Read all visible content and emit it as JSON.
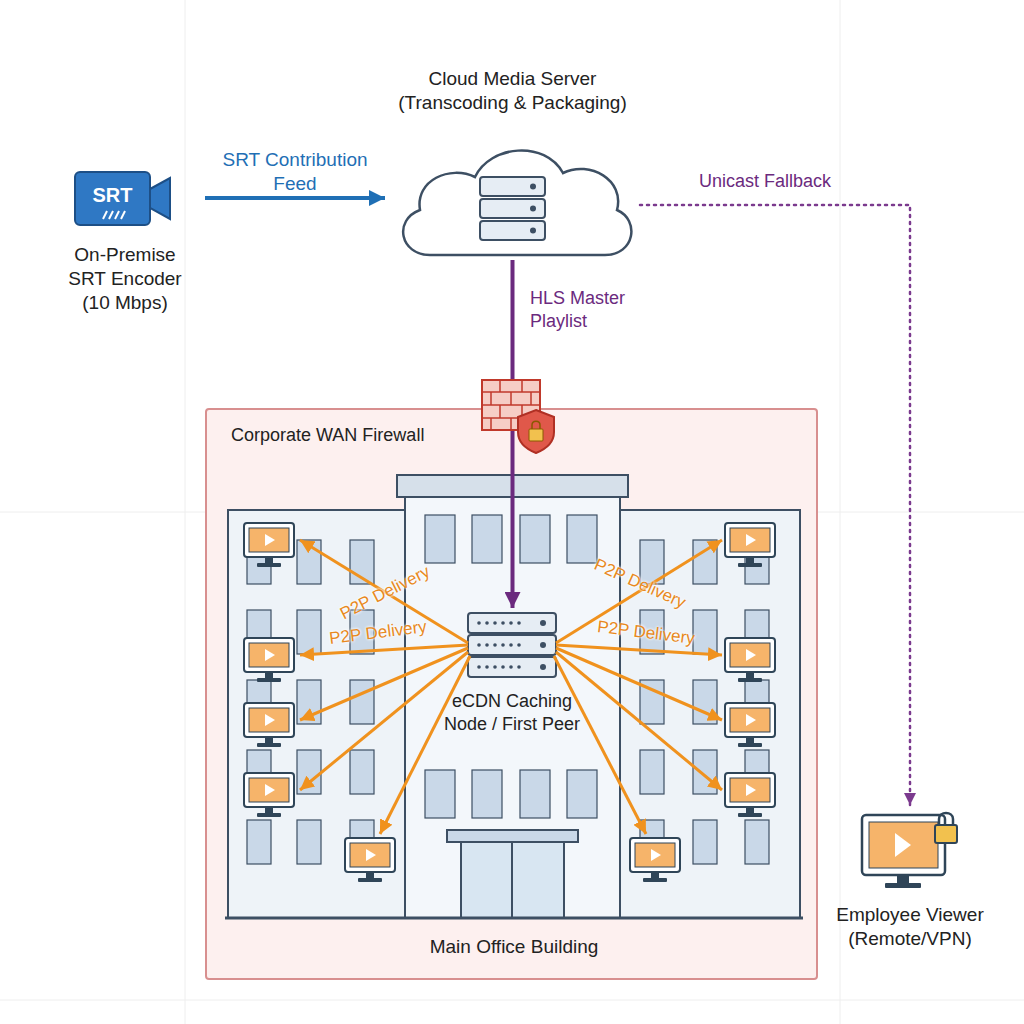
{
  "diagram": {
    "nodes": [
      {
        "text": [
          "SRT",
          "On-Premise SRT Encoder (10 Mbps)"
        ]
      },
      {
        "text": [
          "Cloud Media Server (Transcoding & Packaging)"
        ]
      },
      {
        "text": [
          "Corporate WAN Firewall"
        ]
      },
      {
        "text": [
          "Main Office Building"
        ],
        "in": 2
      },
      {
        "text": [
          "eCDN Caching Node / First Peer"
        ],
        "in": 3
      },
      {
        "text": [
          "Employee Viewer (Remote/VPN)"
        ]
      }
    ],
    "edges": [
      {
        "from": 0,
        "to": 1,
        "label": "SRT Contribution Feed",
        "arrow": "to"
      },
      {
        "from": 1,
        "to": 4,
        "label": "HLS Master Playlist",
        "arrow": "to"
      },
      {
        "from": 1,
        "to": 5,
        "label": "Unicast Fallback",
        "arrow": "to"
      }
    ],
    "labels": [
      "P2P Delivery",
      "P2P Delivery",
      "P2P Delivery",
      "P2P Delivery"
    ]
  }
}
